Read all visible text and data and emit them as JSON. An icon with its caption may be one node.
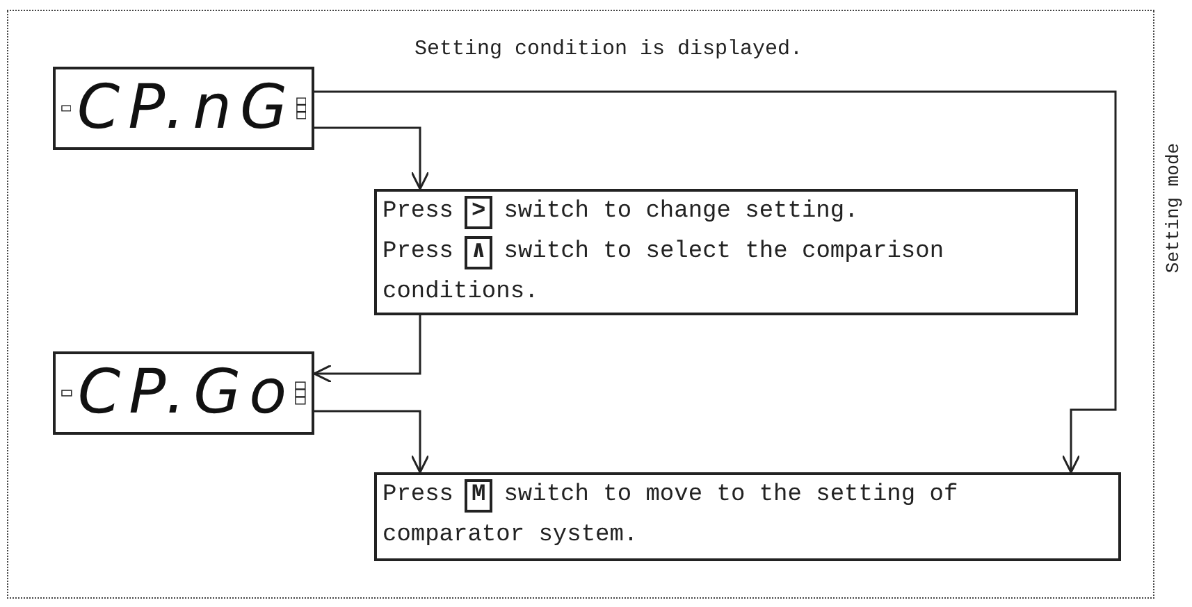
{
  "diagram": {
    "nodes": [
      {
        "text": [
          "CP.nG"
        ]
      },
      {
        "text": [
          "Press",
          ">",
          "switch to change setting.",
          "Press",
          "∧",
          "switch to select the comparison conditions."
        ]
      },
      {
        "text": [
          "CP.Go"
        ]
      },
      {
        "text": [
          "Press",
          "M",
          "switch to move to the setting of comparator system."
        ]
      }
    ],
    "edges": [
      {
        "from": 0,
        "to": 1,
        "arrow": "to"
      },
      {
        "from": 0,
        "to": 3,
        "arrow": "to"
      },
      {
        "from": 1,
        "to": 2,
        "arrow": "to"
      },
      {
        "from": 2,
        "to": 3,
        "arrow": "to"
      }
    ],
    "labels": [
      "Setting condition is displayed.",
      "Setting mode"
    ]
  }
}
